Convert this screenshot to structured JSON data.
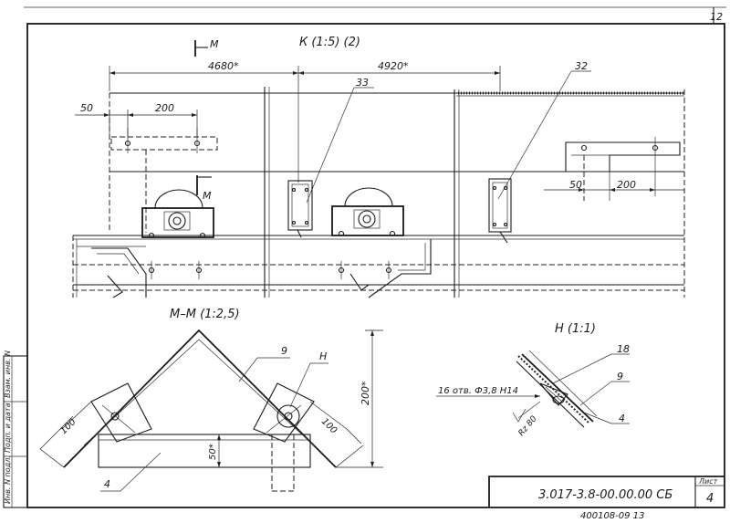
{
  "sheet": {
    "page_number": "12",
    "view_k_title": "К (1:5) (2)",
    "section_mark": "М",
    "dim_4680": "4680*",
    "dim_4920": "4920*",
    "dim_50_left": "50",
    "dim_200_left": "200",
    "dim_50_right": "50",
    "dim_200_right": "200",
    "callout_33": "33",
    "callout_32": "32",
    "section_mm_title": "М–М (1:2,5)",
    "callout_9_mm": "9",
    "callout_h_mm": "Н",
    "dim_100_left": "100",
    "dim_100_right": "100",
    "dim_200_vert": "200*",
    "dim_50_vert": "50*",
    "callout_4_mm": "4",
    "detail_h_title": "Н (1:1)",
    "callout_18": "18",
    "callout_9_h": "9",
    "callout_4_h": "4",
    "holes_note": "16 отв. Ф3,8 Н14",
    "roughness": "Rz 80",
    "doc_number": "3.017-3.8-00.00.00 СБ",
    "sheet_label": "Лист",
    "sheet_no": "4",
    "bottom_code": "400108-09 13",
    "stamp_col_1": "Инв. N подл.",
    "stamp_col_2": "Подп. и дата",
    "stamp_col_3": "Взам. инв. N"
  }
}
